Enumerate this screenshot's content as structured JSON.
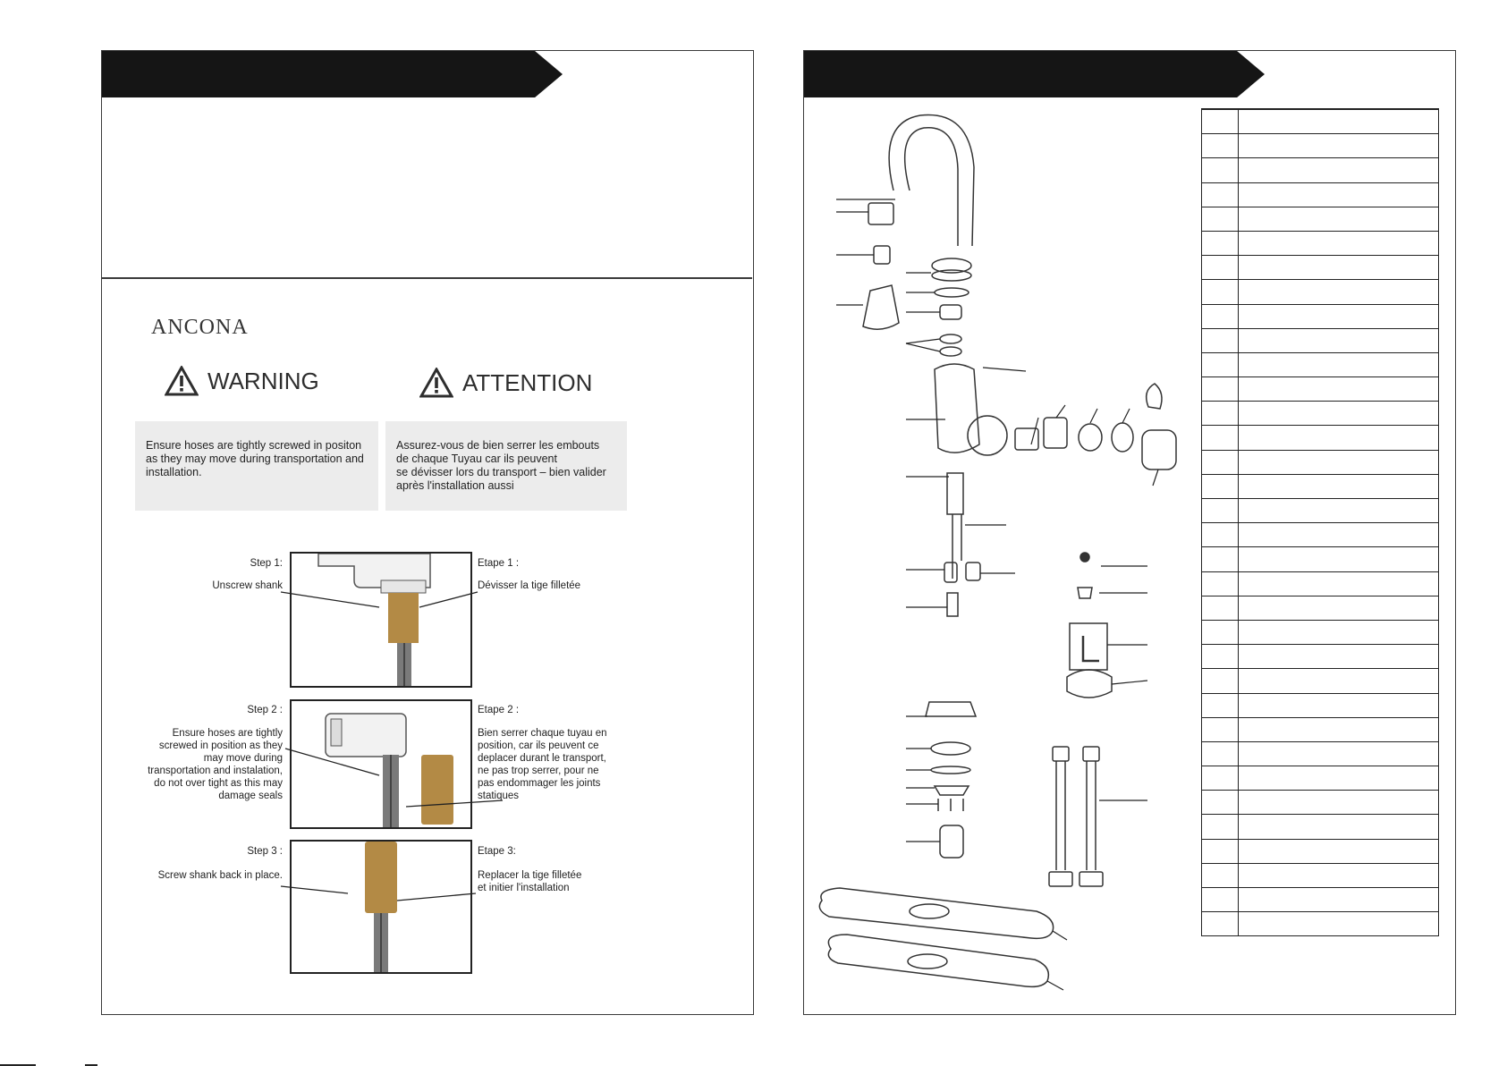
{
  "brand": {
    "logo_text": "ANCONA"
  },
  "warnings": {
    "english_title": "WARNING",
    "french_title": "ATTENTION",
    "english_text": "Ensure hoses are tightly screwed in positon\nas they may move during transportation and\ninstallation.",
    "french_text": "Assurez-vous de bien serrer les embouts\nde chaque Tuyau car ils peuvent\nse dévisser lors du transport – bien valider\naprès l'installation aussi"
  },
  "steps": [
    {
      "label_en": "Step 1:",
      "text_en": "Unscrew shank",
      "label_fr": "Etape 1 :",
      "text_fr": "Dévisser la tige filletée"
    },
    {
      "label_en": "Step 2 :",
      "text_en": "Ensure hoses are tightly\nscrewed in position as they\nmay move during\ntransportation and instalation,\ndo not over tight as this may\ndamage seals",
      "label_fr": "Etape 2 :",
      "text_fr": "Bien serrer chaque tuyau en\nposition, car ils peuvent ce\ndeplacer durant le transport,\nne pas trop serrer, pour ne\npas endommager les joints\nstatiques"
    },
    {
      "label_en": "Step 3 :",
      "text_en": "Screw shank back in place.",
      "label_fr": "Etape 3:",
      "text_fr": "Replacer la tige filletée\net initier l'installation"
    }
  ],
  "colors": {
    "banner": "#151515",
    "brass": "#b38a45",
    "panel": "#ececec",
    "hose": "#7a7a7a"
  },
  "parts_table": {
    "rows": 34
  },
  "icons": [
    "warning-triangle-icon"
  ]
}
